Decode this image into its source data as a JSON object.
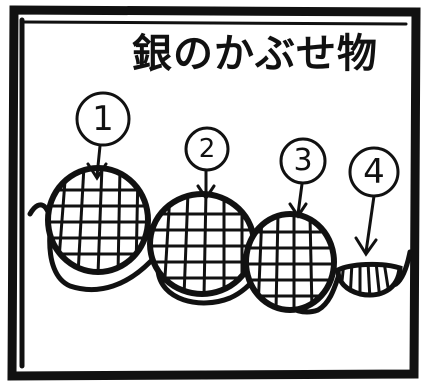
{
  "title": "銀のかぶせ物",
  "labels": [
    "1",
    "2",
    "3",
    "4"
  ],
  "colors": {
    "ink": "#111111",
    "paper": "#ffffff"
  }
}
